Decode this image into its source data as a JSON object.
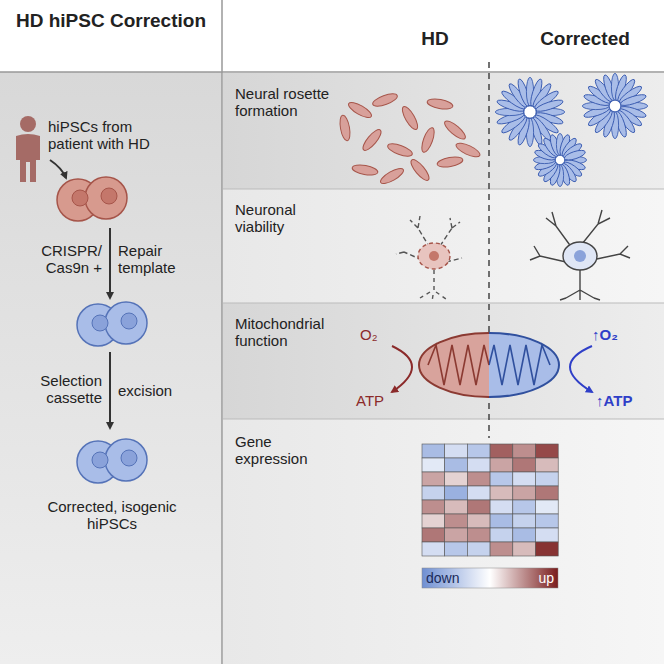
{
  "diagram": {
    "nodes": [
      {
        "text": [
          "HD hiPSC Correction"
        ]
      },
      {
        "text": [
          "Neural rosette formation"
        ]
      },
      {
        "text": [
          "Neuronal viability"
        ]
      },
      {
        "text": [
          "Mitochondrial function"
        ]
      },
      {
        "text": [
          "Gene expression"
        ]
      }
    ],
    "edges": [],
    "labels": [
      "hiPSCs from patient with HD",
      "CRISPR/ Cas9n +",
      "Repair template",
      "Selection cassette",
      "excision",
      "Corrected, isogenic hiPSCs",
      "HD",
      "Corrected",
      "O₂",
      "ATP",
      "↑O₂",
      "↑ATP",
      "down",
      "up"
    ]
  }
}
